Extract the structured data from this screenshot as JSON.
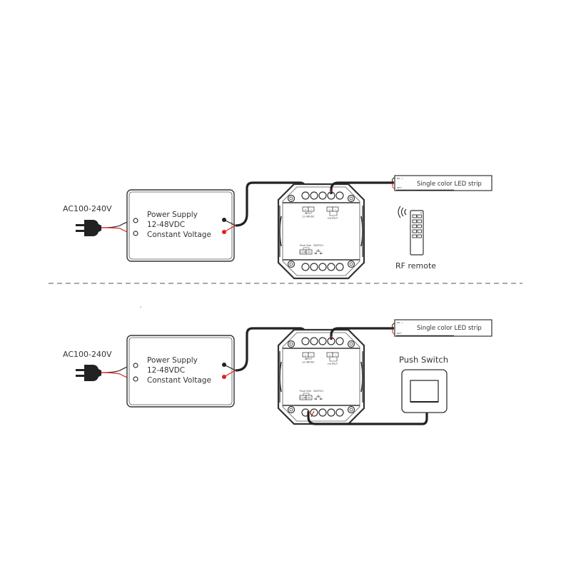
{
  "colors": {
    "wire_black": "#222222",
    "wire_red": "#e02020",
    "outline": "#333333",
    "separator": "#555555"
  },
  "diagrams": [
    {
      "name": "rf-remote-wiring",
      "ac_label": "AC100-240V",
      "power_supply": {
        "line1": "Power Supply",
        "line2": "12-48VDC",
        "line3": "Constant Voltage"
      },
      "controller": {
        "input_label": "INPUT",
        "input_voltage": "12-48VDC",
        "output_label": "OUTPUT",
        "push_dim_label": "Push Dim",
        "switch_label": "SWITCH",
        "com_label": "COM",
        "in_label": "IN",
        "plus": "+",
        "minus": "−"
      },
      "led_strip": {
        "label": "Single color LED strip"
      },
      "remote": {
        "label": "RF remote",
        "icon": "rf-remote-icon",
        "signal_icon": "wireless-signal-icon"
      }
    },
    {
      "name": "push-switch-wiring",
      "ac_label": "AC100-240V",
      "power_supply": {
        "line1": "Power Supply",
        "line2": "12-48VDC",
        "line3": "Constant Voltage"
      },
      "controller": {
        "input_label": "INPUT",
        "input_voltage": "12-48VDC",
        "output_label": "OUTPUT",
        "push_dim_label": "Push Dim",
        "switch_label": "SWITCH",
        "com_label": "COM",
        "in_label": "IN",
        "plus": "+",
        "minus": "−"
      },
      "led_strip": {
        "label": "Single color LED strip"
      },
      "push_switch": {
        "label": "Push Switch",
        "icon": "push-switch-icon"
      }
    }
  ]
}
